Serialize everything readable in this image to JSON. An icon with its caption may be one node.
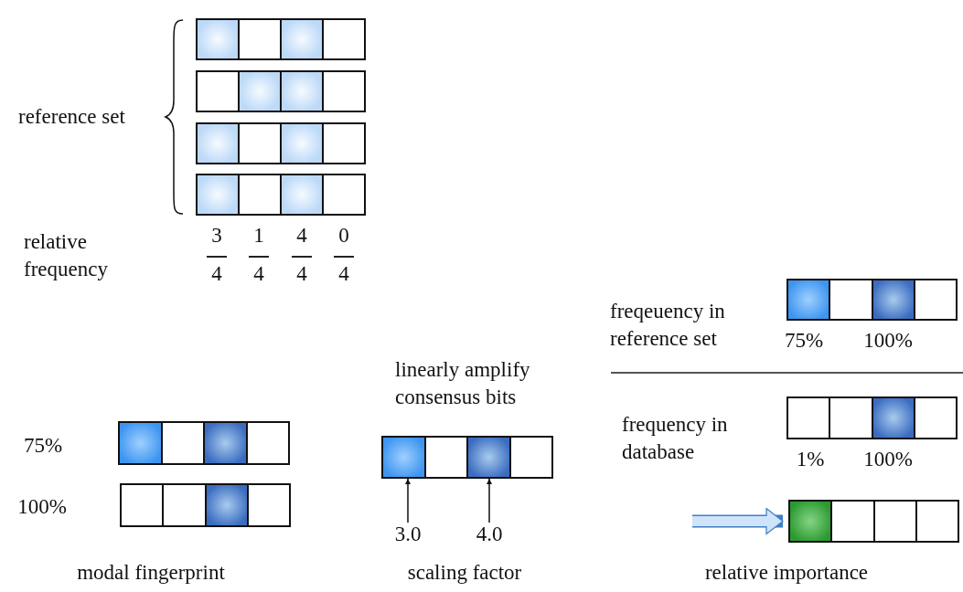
{
  "diagram": {
    "nodes": [
      {
        "text": [],
        "shape": "bar"
      },
      {
        "text": [],
        "shape": "bar"
      },
      {
        "text": [],
        "shape": "bar"
      },
      {
        "text": [],
        "shape": "bar"
      },
      {
        "text": [],
        "shape": "bar"
      },
      {
        "text": [],
        "shape": "bar"
      },
      {
        "text": [],
        "shape": "bar"
      },
      {
        "text": [],
        "shape": "bar"
      },
      {
        "text": [],
        "shape": "bar"
      },
      {
        "text": [],
        "shape": "bar"
      },
      {
        "text": [
          "3.0"
        ]
      },
      {
        "text": [
          "4.0"
        ]
      }
    ],
    "edges": [
      {
        "from": 10,
        "to": 7,
        "arrow": "to"
      },
      {
        "from": 11,
        "to": 7,
        "arrow": "to"
      },
      {
        "from": null,
        "to": 9,
        "arrow": "to",
        "style": "thick",
        "color": "#3d7fc4"
      }
    ],
    "labels": [
      "reference set",
      "relative frequency",
      "3",
      "1",
      "4",
      "0",
      "4",
      "4",
      "4",
      "4",
      "freqeuency in reference set",
      "75%",
      "100%",
      "linearly amplify consensus bits",
      "frequency in database",
      "1%",
      "100%",
      "75%",
      "100%",
      "modal fingerprint",
      "scaling factor",
      "relative importance"
    ]
  }
}
